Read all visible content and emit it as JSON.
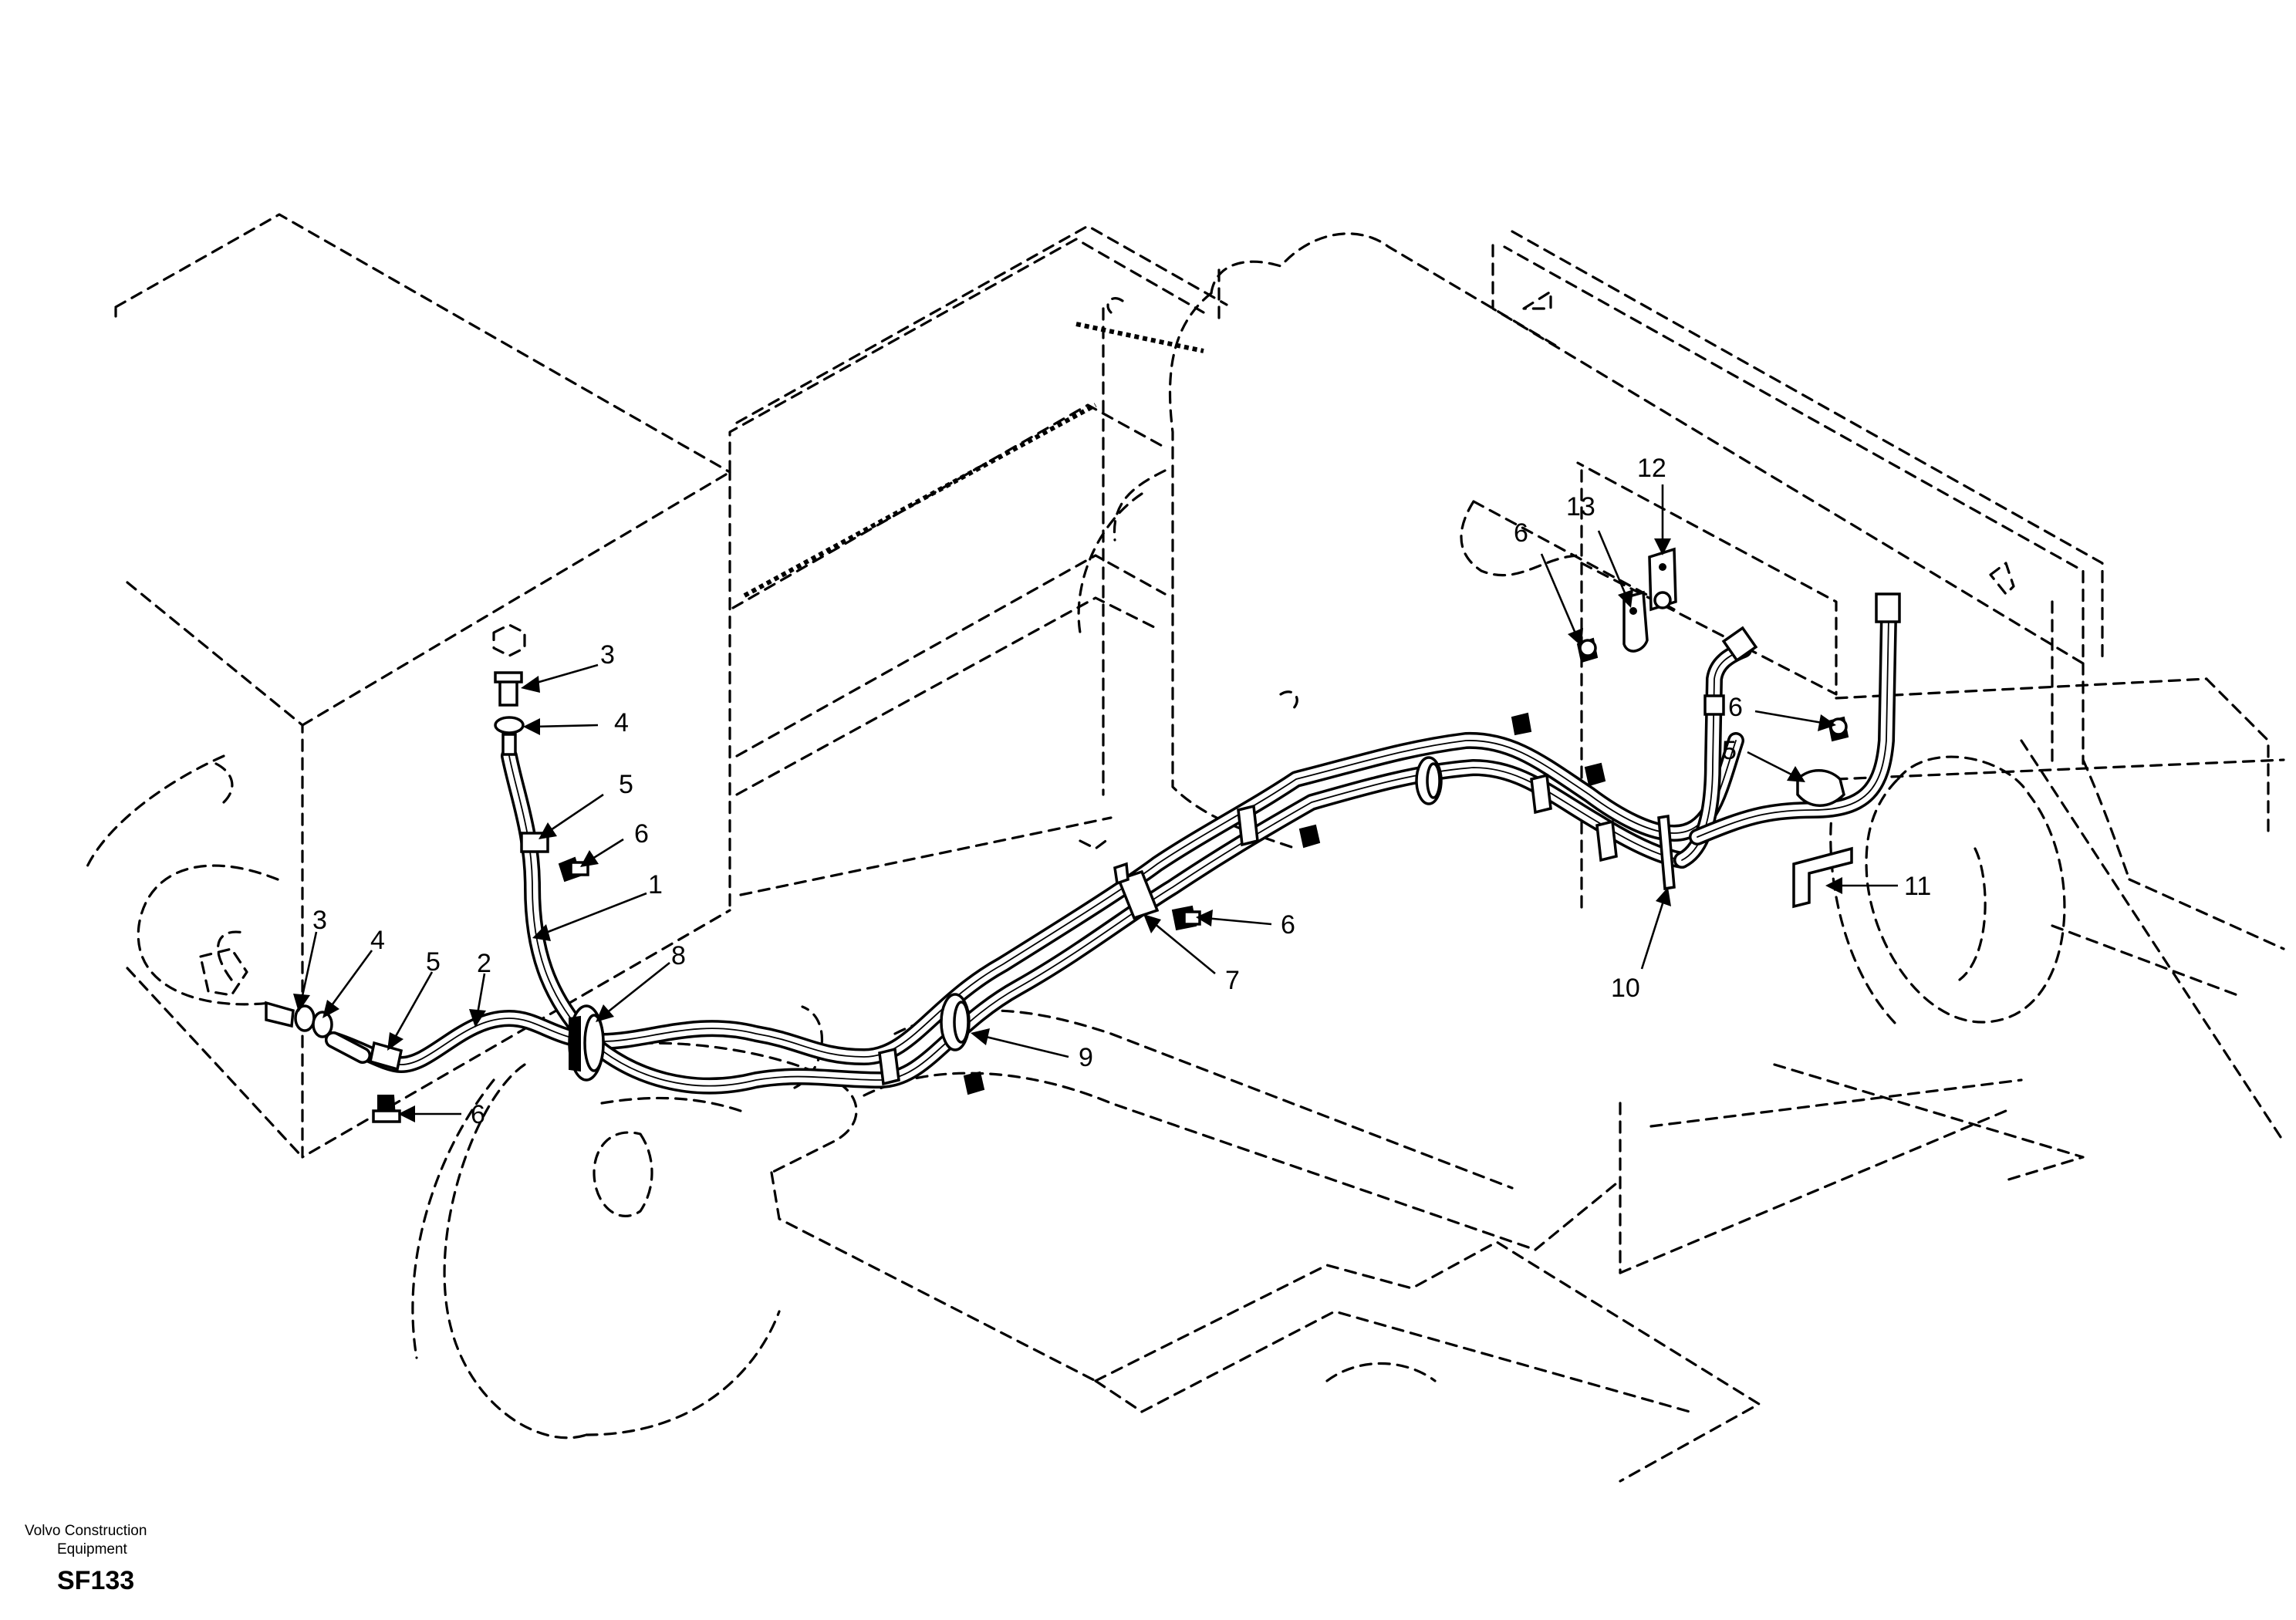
{
  "callouts": [
    {
      "id": "c-1",
      "label": "1"
    },
    {
      "id": "c-2",
      "label": "2"
    },
    {
      "id": "c-3a",
      "label": "3"
    },
    {
      "id": "c-3b",
      "label": "3"
    },
    {
      "id": "c-4a",
      "label": "4"
    },
    {
      "id": "c-4b",
      "label": "4"
    },
    {
      "id": "c-5a",
      "label": "5"
    },
    {
      "id": "c-5b",
      "label": "5"
    },
    {
      "id": "c-5c",
      "label": "5"
    },
    {
      "id": "c-6a",
      "label": "6"
    },
    {
      "id": "c-6b",
      "label": "6"
    },
    {
      "id": "c-6c",
      "label": "6"
    },
    {
      "id": "c-6d",
      "label": "6"
    },
    {
      "id": "c-6e",
      "label": "6"
    },
    {
      "id": "c-7",
      "label": "7"
    },
    {
      "id": "c-8",
      "label": "8"
    },
    {
      "id": "c-9",
      "label": "9"
    },
    {
      "id": "c-10",
      "label": "10"
    },
    {
      "id": "c-11",
      "label": "11"
    },
    {
      "id": "c-12",
      "label": "12"
    },
    {
      "id": "c-13",
      "label": "13"
    }
  ],
  "footer": {
    "company_line1": "Volvo Construction",
    "company_line2": "Equipment",
    "code": "SF133"
  }
}
